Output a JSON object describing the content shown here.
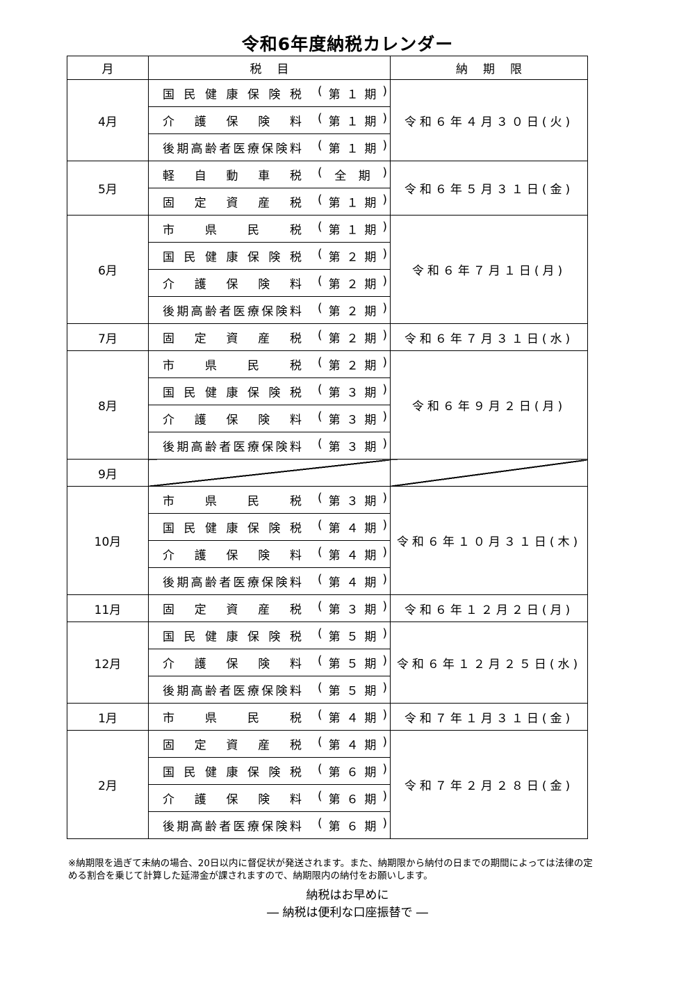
{
  "title": "令和6年度納税カレンダー",
  "headers": {
    "month": "月",
    "tax": "税目",
    "due": "納期限"
  },
  "rows": [
    {
      "month": "4月",
      "due": "令和６年４月３０日(火)",
      "items": [
        {
          "name": "国民健康保険税",
          "period": "(第１期)"
        },
        {
          "name": "介護保険料",
          "period": "(第１期)"
        },
        {
          "name": "後期高齢者医療保険料",
          "period": "(第１期)"
        }
      ]
    },
    {
      "month": "5月",
      "due": "令和６年５月３１日(金)",
      "items": [
        {
          "name": "軽自動車税",
          "period": "(全期)"
        },
        {
          "name": "固定資産税",
          "period": "(第１期)"
        }
      ]
    },
    {
      "month": "6月",
      "due": "令和６年７月１日(月)",
      "items": [
        {
          "name": "市県民税",
          "period": "(第１期)"
        },
        {
          "name": "国民健康保険税",
          "period": "(第２期)"
        },
        {
          "name": "介護保険料",
          "period": "(第２期)"
        },
        {
          "name": "後期高齢者医療保険料",
          "period": "(第２期)"
        }
      ]
    },
    {
      "month": "7月",
      "due": "令和６年７月３１日(水)",
      "items": [
        {
          "name": "固定資産税",
          "period": "(第２期)"
        }
      ]
    },
    {
      "month": "8月",
      "due": "令和６年９月２日(月)",
      "items": [
        {
          "name": "市県民税",
          "period": "(第２期)"
        },
        {
          "name": "国民健康保険税",
          "period": "(第３期)"
        },
        {
          "name": "介護保険料",
          "period": "(第３期)"
        },
        {
          "name": "後期高齢者医療保険料",
          "period": "(第３期)"
        }
      ]
    },
    {
      "month": "9月",
      "due": "",
      "items": []
    },
    {
      "month": "10月",
      "due": "令和６年１０月３１日(木)",
      "items": [
        {
          "name": "市県民税",
          "period": "(第３期)"
        },
        {
          "name": "国民健康保険税",
          "period": "(第４期)"
        },
        {
          "name": "介護保険料",
          "period": "(第４期)"
        },
        {
          "name": "後期高齢者医療保険料",
          "period": "(第４期)"
        }
      ]
    },
    {
      "month": "11月",
      "due": "令和６年１２月２日(月)",
      "items": [
        {
          "name": "固定資産税",
          "period": "(第３期)"
        }
      ]
    },
    {
      "month": "12月",
      "due": "令和６年１２月２５日(水)",
      "items": [
        {
          "name": "国民健康保険税",
          "period": "(第５期)"
        },
        {
          "name": "介護保険料",
          "period": "(第５期)"
        },
        {
          "name": "後期高齢者医療保険料",
          "period": "(第５期)"
        }
      ]
    },
    {
      "month": "1月",
      "due": "令和７年１月３１日(金)",
      "items": [
        {
          "name": "市県民税",
          "period": "(第４期)"
        }
      ]
    },
    {
      "month": "2月",
      "due": "令和７年２月２８日(金)",
      "items": [
        {
          "name": "固定資産税",
          "period": "(第４期)"
        },
        {
          "name": "国民健康保険税",
          "period": "(第６期)"
        },
        {
          "name": "介護保険料",
          "period": "(第６期)"
        },
        {
          "name": "後期高齢者医療保険料",
          "period": "(第６期)"
        }
      ]
    }
  ],
  "note": "※納期限を過ぎて未納の場合、20日以内に督促状が発送されます。また、納期限から納付の日までの期間によっては法律の定める割合を乗じて計算した延滞金が課されますので、納期限内の納付をお願いします。",
  "slogan1": "納税はお早めに",
  "slogan2": "― 納税は便利な口座振替で ―"
}
